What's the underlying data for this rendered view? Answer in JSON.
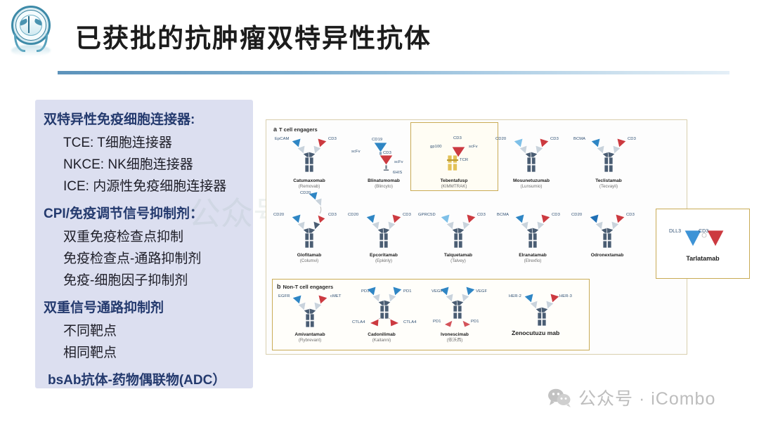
{
  "header": {
    "title": "已获批的抗肿瘤双特异性抗体",
    "logo_name": "institution-emblem"
  },
  "concept_panel": {
    "groups": [
      {
        "heading": "双特异性免疫细胞连接器:",
        "items": [
          "TCE: T细胞连接器",
          "NKCE: NK细胞连接器",
          "ICE: 内源性免疫细胞连接器"
        ]
      },
      {
        "heading": "CPI/免疫调节信号抑制剂：",
        "items": [
          "双重免疫检查点抑制",
          "免疫检查点-通路抑制剂",
          "免疫-细胞因子抑制剂"
        ]
      },
      {
        "heading": "双重信号通路抑制剂",
        "items": [
          "不同靶点",
          "相同靶点"
        ]
      },
      {
        "heading": "bsAb抗体-药物偶联物(ADC）",
        "items": []
      }
    ]
  },
  "figure": {
    "section_a": {
      "letter": "a",
      "label": "T cell engagers"
    },
    "section_b": {
      "letter": "b",
      "label": "Non-T cell engagers"
    },
    "t_cell_engagers_row1": [
      {
        "name": "Catumaxomab",
        "brand": "(Removab)",
        "targets": [
          "EpCAM",
          "CD3"
        ]
      },
      {
        "name": "Blinatumomab",
        "brand": "(Blincyto)",
        "targets": [
          "scFv",
          "CD19",
          "CD3",
          "scFv",
          "6HIS"
        ]
      },
      {
        "name": "Tebentafusp",
        "brand": "(KIMMTRAK)",
        "targets": [
          "gp100",
          "CD3",
          "scFv",
          "TCR"
        ],
        "highlighted": true
      },
      {
        "name": "Mosunetuzumab",
        "brand": "(Lunsumio)",
        "targets": [
          "CD20",
          "CD3"
        ]
      },
      {
        "name": "Teclistamab",
        "brand": "(Tecvayli)",
        "targets": [
          "BCMA",
          "CD3"
        ]
      }
    ],
    "t_cell_engagers_row2": [
      {
        "name": "Glofitamab",
        "brand": "(Columvi)",
        "targets": [
          "CD20",
          "CD20",
          "CD3"
        ]
      },
      {
        "name": "Epcoritamab",
        "brand": "(Epkinly)",
        "targets": [
          "CD20",
          "CD3"
        ]
      },
      {
        "name": "Talquetamab",
        "brand": "(Talvey)",
        "targets": [
          "GPRC5D",
          "CD3"
        ]
      },
      {
        "name": "Elranatamab",
        "brand": "(Elrexfio)",
        "targets": [
          "BCMA",
          "CD3"
        ]
      },
      {
        "name": "Odronextamab",
        "brand": "",
        "targets": [
          "CD20",
          "CD3"
        ]
      }
    ],
    "non_t_cell_engagers": [
      {
        "name": "Amivantamab",
        "brand": "(Rybrevant)",
        "targets": [
          "EGFR",
          "cMET"
        ]
      },
      {
        "name": "Cadonilimab",
        "brand": "(Kaitanni)",
        "targets": [
          "PD1",
          "PD1",
          "CTLA4",
          "CTLA4"
        ]
      },
      {
        "name": "Ivonescimab",
        "brand": "(依沃西)",
        "targets": [
          "VEGF",
          "VEGF",
          "PD1",
          "PD1"
        ]
      },
      {
        "name": "Zenocutuzu mab",
        "brand": "",
        "targets": [
          "HER-2",
          "HER-3"
        ]
      }
    ],
    "standalone": {
      "name": "Tarlatamab",
      "targets": [
        "DLL3",
        "CD3"
      ]
    }
  },
  "watermark": {
    "center": "公众号",
    "center_dot": "·",
    "center_brand": "iCombo",
    "footer": "公众号 · iCombo",
    "footer_icon": "wechat-icon"
  },
  "colors": {
    "panel_bg": "#dcdff0",
    "heading": "#243a6e",
    "rule_start": "#5d93bb",
    "target_blue": "#2f7fb8",
    "target_red": "#c9333a",
    "box_border": "#c9ab55"
  }
}
